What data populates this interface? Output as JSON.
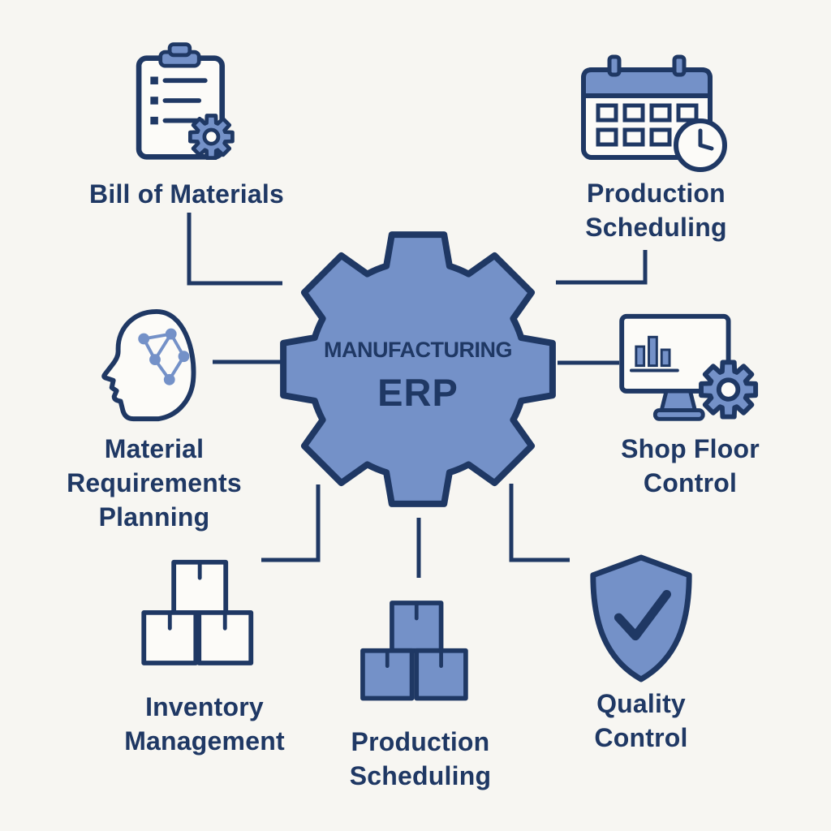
{
  "diagram": {
    "title_context": "Manufacturing ERP diagram",
    "center": {
      "line1": "MANUFACTURING",
      "line2": "ERP",
      "icon": "gear-icon"
    },
    "nodes": [
      {
        "id": "bill-of-materials",
        "lines": [
          "Bill of Materials"
        ],
        "icon": "clipboard-gear-icon"
      },
      {
        "id": "production-scheduling-top",
        "lines": [
          "Production",
          "Scheduling"
        ],
        "icon": "calendar-clock-icon"
      },
      {
        "id": "material-requirements-planning",
        "lines": [
          "Material",
          "Requirements",
          "Planning"
        ],
        "icon": "head-network-icon"
      },
      {
        "id": "shop-floor-control",
        "lines": [
          "Shop Floor",
          "Control"
        ],
        "icon": "monitor-gear-icon"
      },
      {
        "id": "inventory-management",
        "lines": [
          "Inventory",
          "Management"
        ],
        "icon": "boxes-outline-icon"
      },
      {
        "id": "production-scheduling-bottom",
        "lines": [
          "Production",
          "Scheduling"
        ],
        "icon": "boxes-filled-icon"
      },
      {
        "id": "quality-control",
        "lines": [
          "Quality",
          "Control"
        ],
        "icon": "shield-check-icon"
      }
    ],
    "colors": {
      "blue": "#7491c8",
      "navy": "#1f3864",
      "background": "#f7f6f2",
      "paper": "#fcfbf8"
    }
  }
}
